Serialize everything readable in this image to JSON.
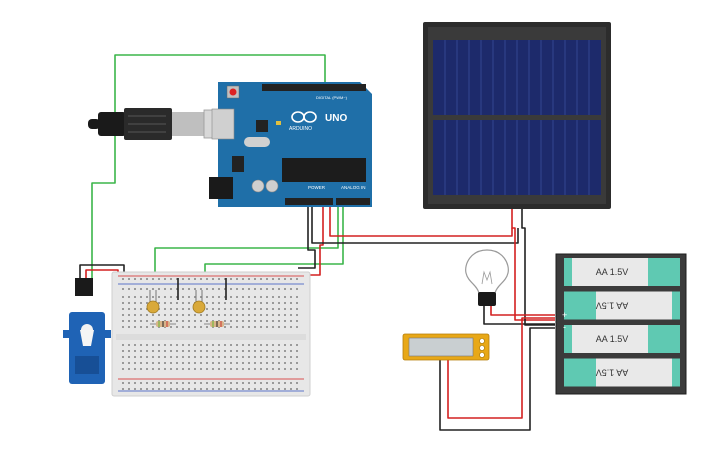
{
  "arduino": {
    "brand": "ARDUINO",
    "model": "UNO",
    "digital_label": "DIGITAL (PWM~)",
    "power_label": "POWER",
    "analog_label": "ANALOG IN",
    "board_color": "#1f6fa8"
  },
  "battery": {
    "cells": [
      {
        "label": "AA 1.5V",
        "flipped": false
      },
      {
        "label": "AA 1.5V",
        "flipped": true
      },
      {
        "label": "AA 1.5V",
        "flipped": false
      },
      {
        "label": "AA 1.5V",
        "flipped": true
      }
    ],
    "pos_mark": "+",
    "neg_mark": "-",
    "cell_color": "#5fc9b2"
  },
  "wire_colors": {
    "red": "#d42020",
    "black": "#222222",
    "green": "#3bb54a"
  },
  "components": [
    "usb-cable",
    "arduino-uno",
    "solar-panel",
    "breadboard",
    "servo-motor",
    "photoresistors",
    "resistors",
    "light-bulb",
    "battery-pack",
    "lcd-display"
  ]
}
